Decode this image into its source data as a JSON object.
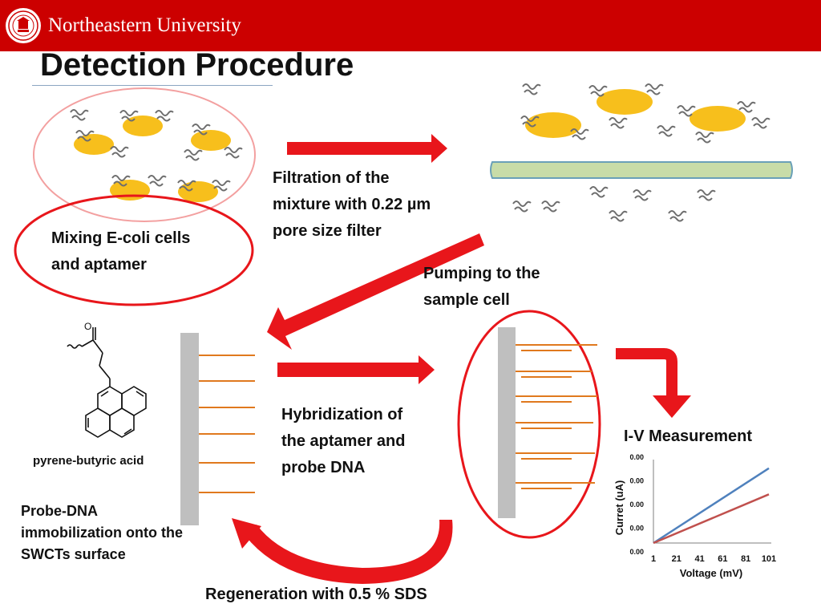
{
  "header": {
    "university_name": "Northeastern University",
    "brand_color": "#cc0000"
  },
  "slide": {
    "title": "Detection Procedure"
  },
  "steps": {
    "mixing": [
      "Mixing E-coli cells",
      "and aptamer"
    ],
    "filtration": [
      "Filtration of the",
      "mixture with 0.22 µm",
      "pore size filter"
    ],
    "pumping": [
      "Pumping to the",
      "sample cell"
    ],
    "molecule_label": "pyrene-butyric acid",
    "immobilization": [
      "Probe-DNA",
      "immobilization onto the",
      "SWCTs surface"
    ],
    "hybridization": [
      "Hybridization of",
      "the aptamer and",
      "probe DNA"
    ],
    "measurement": "I-V Measurement",
    "regeneration": "Regeneration with 0.5 % SDS"
  },
  "chart_data": {
    "type": "line",
    "xlabel": "Voltage (mV)",
    "ylabel": "Curret (uA)",
    "x_ticks": [
      "1",
      "21",
      "41",
      "61",
      "81",
      "101"
    ],
    "y_ticks": [
      "0.00",
      "0.00",
      "0.00",
      "0.00",
      "0.00"
    ],
    "x": [
      1,
      101
    ],
    "series": [
      {
        "color": "#4f81bd",
        "values": [
          0,
          4.3
        ]
      },
      {
        "color": "#c0504d",
        "values": [
          0,
          2.8
        ]
      }
    ],
    "ylim": [
      0,
      4.8
    ]
  }
}
